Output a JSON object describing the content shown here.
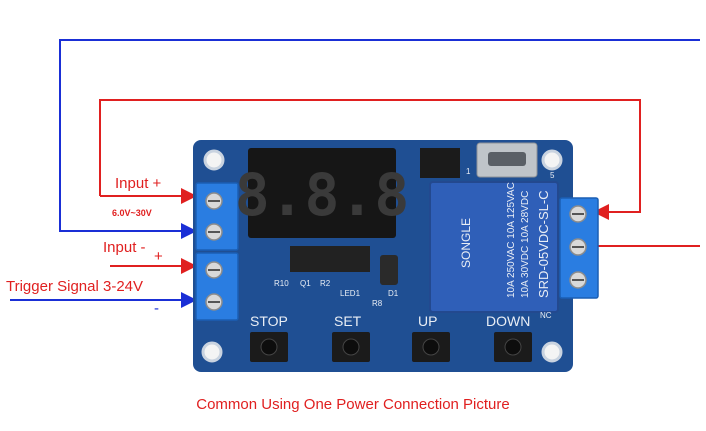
{
  "labels": {
    "input_plus": "Input +",
    "voltage_range": "6.0V~30V",
    "input_minus": "Input -",
    "trigger_plus": "+",
    "trigger_signal": "Trigger Signal 3-24V",
    "trigger_minus": "-",
    "caption": "Common Using One Power Connection Picture"
  },
  "board": {
    "buttons": [
      "STOP",
      "SET",
      "UP",
      "DOWN"
    ],
    "relay_text": [
      "SONGLE",
      "10A 250VAC 10A 125VAC",
      "10A 30VDC 10A 28VDC",
      "SRD-05VDC-SL-C"
    ],
    "silkscreen": [
      "R10",
      "Q1",
      "R2",
      "LED1",
      "R8",
      "D1",
      "NC",
      "1",
      "5"
    ],
    "display": "8.8.8"
  },
  "colors": {
    "wire_blue": "#1a2fd6",
    "wire_red": "#e02020",
    "label_red": "#e02020",
    "label_blue": "#1a2fd6",
    "pcb": "#1f4f93",
    "relay": "#2f5fb8",
    "terminal": "#2a7de1"
  }
}
